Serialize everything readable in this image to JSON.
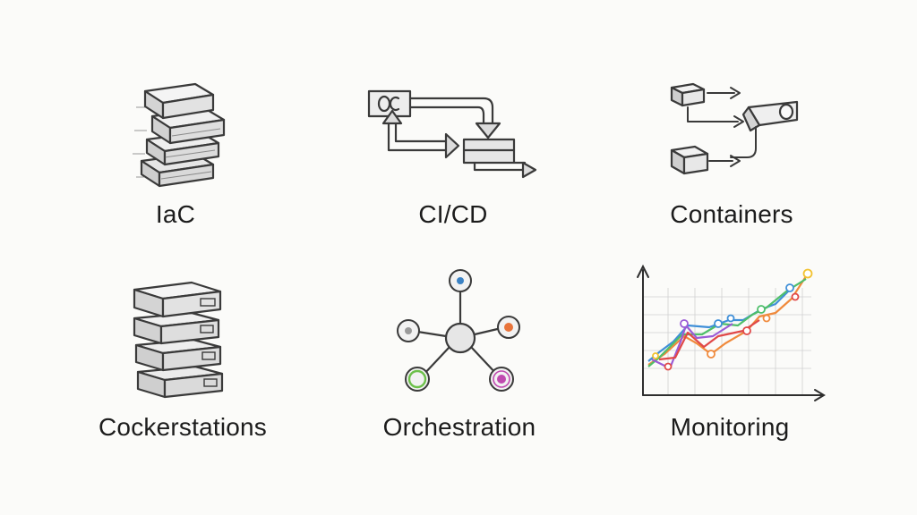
{
  "labels": {
    "iac": "IaC",
    "cicd": "CI/CD",
    "containers": "Containers",
    "cockerstations": "Cockerstations",
    "orchestration": "Orchestration",
    "monitoring": "Monitoring"
  },
  "icons": {
    "iac": "stacked-blocks-icon",
    "cicd": "pipeline-arrows-icon",
    "containers": "container-flow-icon",
    "cockerstations": "server-stack-icon",
    "orchestration": "network-nodes-icon",
    "monitoring": "line-chart-icon"
  },
  "colors": {
    "ink": "#3a3a3a",
    "node_blue": "#3b82c4",
    "node_orange": "#e8743b",
    "node_green": "#6cc04a",
    "node_pink": "#c04ab0",
    "node_grey": "#9a9a9a",
    "chart_orange": "#f08a3c",
    "chart_blue": "#3f8fd8",
    "chart_green": "#4fbf6a",
    "chart_purple": "#9b5bd6",
    "chart_yellow": "#f2c230",
    "chart_red": "#e04848"
  }
}
